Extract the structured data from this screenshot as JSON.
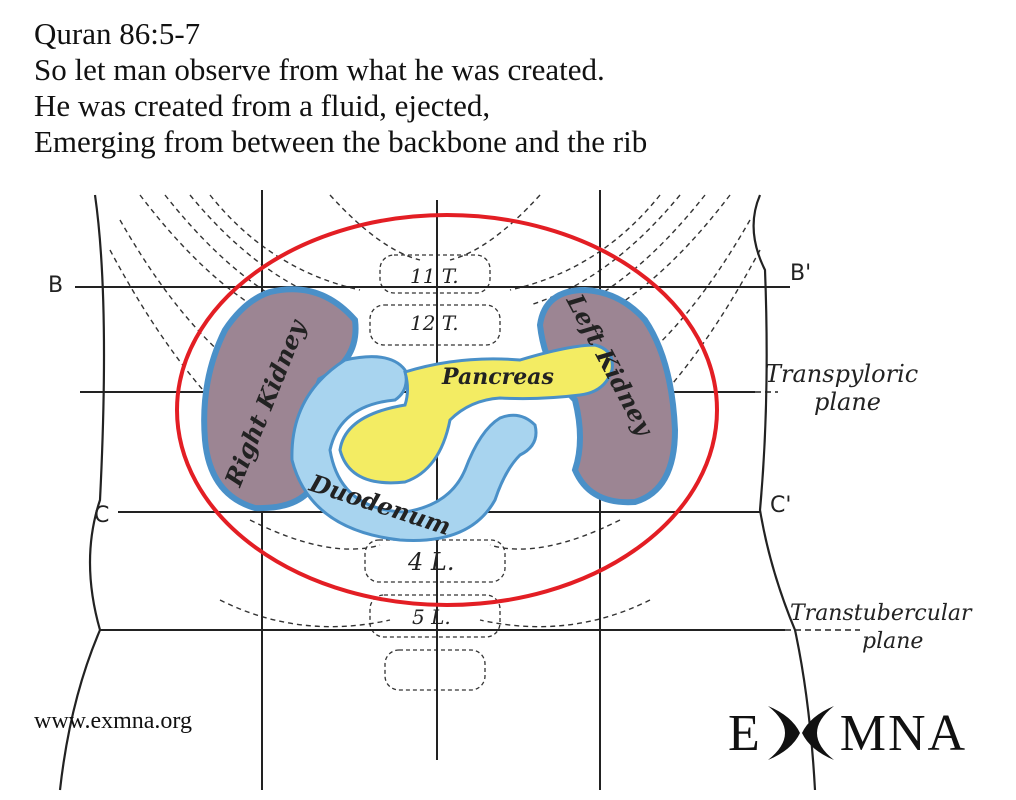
{
  "caption": {
    "reference": "Quran 86:5-7",
    "line1": "So let man observe from what he was created.",
    "line2": "He was created from a fluid, ejected,",
    "line3": "Emerging from between the backbone and the rib"
  },
  "diagram": {
    "plane_labels": {
      "b_left": "B",
      "b_right": "B'",
      "c_left": "C",
      "c_right": "C'",
      "transpyloric_1": "Transpyloric",
      "transpyloric_2": "plane",
      "transtubercular_1": "Transtubercular",
      "transtubercular_2": "plane"
    },
    "vertebra_labels": {
      "t11": "11 T.",
      "t12": "12 T.",
      "l4": "4 L.",
      "l5": "5 L."
    },
    "organ_labels": {
      "right_kidney": "Right Kidney",
      "left_kidney": "Left Kidney",
      "pancreas": "Pancreas",
      "duodenum": "Duodenum"
    },
    "colors": {
      "kidney_fill": "#9c8593",
      "kidney_outline": "#4a90c8",
      "duodenum_fill": "#a8d4ef",
      "pancreas_fill": "#f3ec63",
      "highlight_ellipse": "#e31e24"
    }
  },
  "footer": {
    "website": "www.exmna.org",
    "logo_text": "EXMNA",
    "logo_left": "E",
    "logo_right": "MNA"
  }
}
